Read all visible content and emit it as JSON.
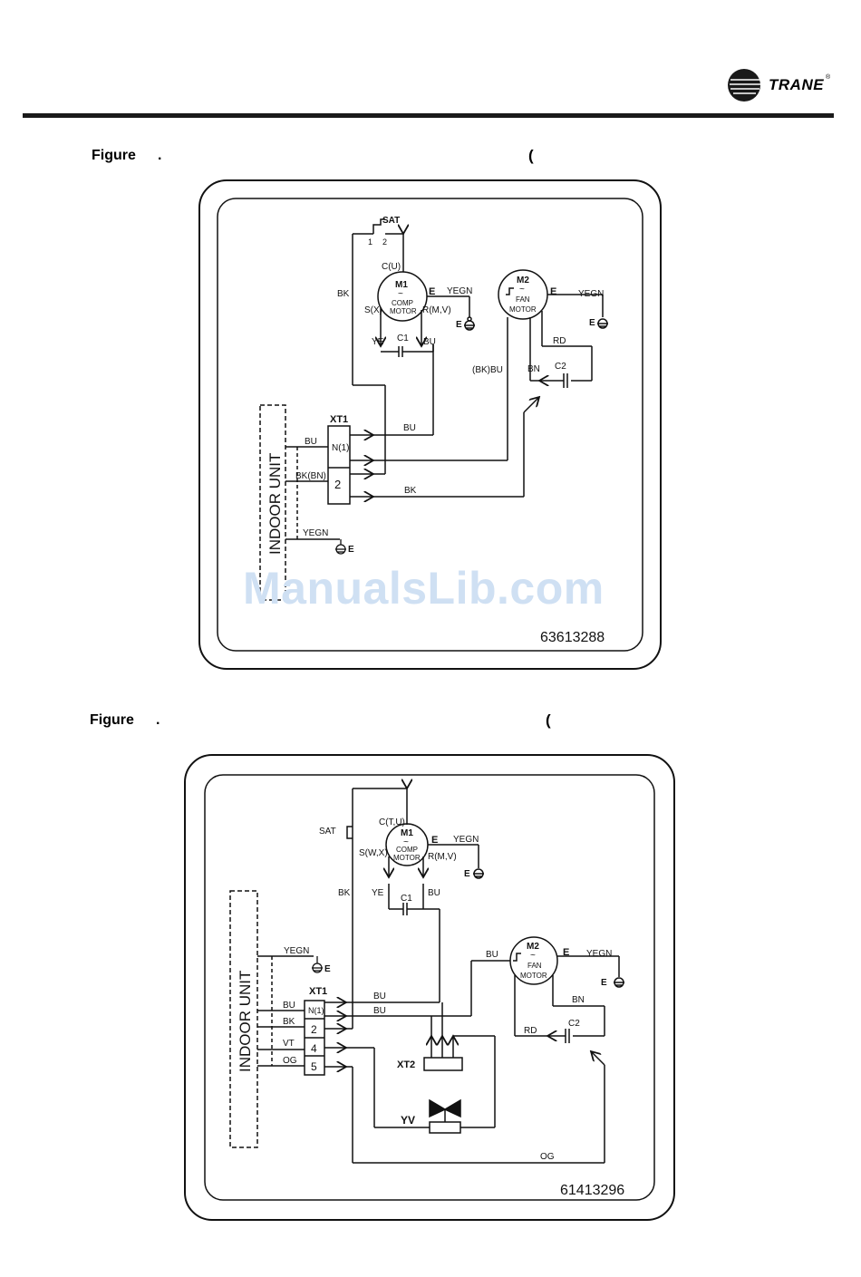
{
  "header": {
    "brand": "TRANE",
    "registered_mark": "®"
  },
  "figure_a": {
    "label": "Figure",
    "dot": ".",
    "paren": "(",
    "part_number": "63613288",
    "labels": {
      "sat": "SAT",
      "sat_1": "1",
      "sat_2": "2",
      "cu": "C(U)",
      "m1": "M1",
      "tilde": "~",
      "comp": "COMP",
      "motor": "MOTOR",
      "e": "E",
      "yegn": "YEGN",
      "sx": "S(X)",
      "rmv": "R(M,V)",
      "bk": "BK",
      "ye": "YE",
      "c1": "C1",
      "bu": "BU",
      "m2": "M2",
      "fan": "FAN",
      "rd": "RD",
      "bkbu": "(BK)BU",
      "bn": "BN",
      "c2": "C2",
      "xt1": "XT1",
      "n1": "N(1)",
      "t2": "2",
      "indoor_unit": "INDOOR UNIT",
      "bkbn": "BK(BN)"
    }
  },
  "figure_b": {
    "label": "Figure",
    "dot": ".",
    "paren": "(",
    "part_number": "61413296",
    "labels": {
      "ctu": "C(T,U)",
      "m1": "M1",
      "tilde": "~",
      "comp": "COMP",
      "motor": "MOTOR",
      "e": "E",
      "yegn": "YEGN",
      "sat": "SAT",
      "swx": "S(W,X)",
      "rmv": "R(M,V)",
      "bk": "BK",
      "ye": "YE",
      "bu": "BU",
      "c1": "C1",
      "m2": "M2",
      "fan": "FAN",
      "bn": "BN",
      "rd": "RD",
      "c2": "C2",
      "indoor_unit": "INDOOR UNIT",
      "xt1": "XT1",
      "n1": "N(1)",
      "t2": "2",
      "t4": "4",
      "t5": "5",
      "vt": "VT",
      "og": "OG",
      "xt2": "XT2",
      "yv": "YV"
    }
  },
  "watermark": "ManualsLib.com"
}
